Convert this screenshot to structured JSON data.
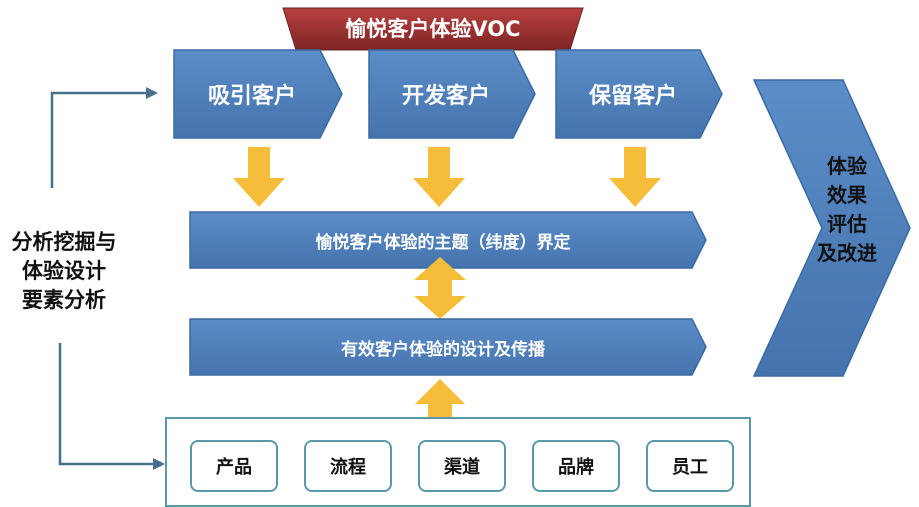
{
  "title": "愉悦客户体验VOC",
  "stages": [
    {
      "label": "吸引客户"
    },
    {
      "label": "开发客户"
    },
    {
      "label": "保留客户"
    }
  ],
  "bars": {
    "theme": "愉悦客户体验的主题（纬度）界定",
    "design": "有效客户体验的设计及传播"
  },
  "side_label": [
    "分析挖掘与",
    "体验设计",
    "要素分析"
  ],
  "evaluation_label": [
    "体验",
    "效果",
    "评估",
    "及改进"
  ],
  "elements": [
    {
      "label": "产品"
    },
    {
      "label": "流程"
    },
    {
      "label": "渠道"
    },
    {
      "label": "品牌"
    },
    {
      "label": "员工"
    }
  ],
  "colors": {
    "chevron_blue": "#4f81bd",
    "chevron_border": "#3a6aa3",
    "title_red": "#9b2d2d",
    "arrow_yellow": "#f6bd3a",
    "box_border": "#5a9aa8",
    "connector": "#4a6f8a"
  }
}
